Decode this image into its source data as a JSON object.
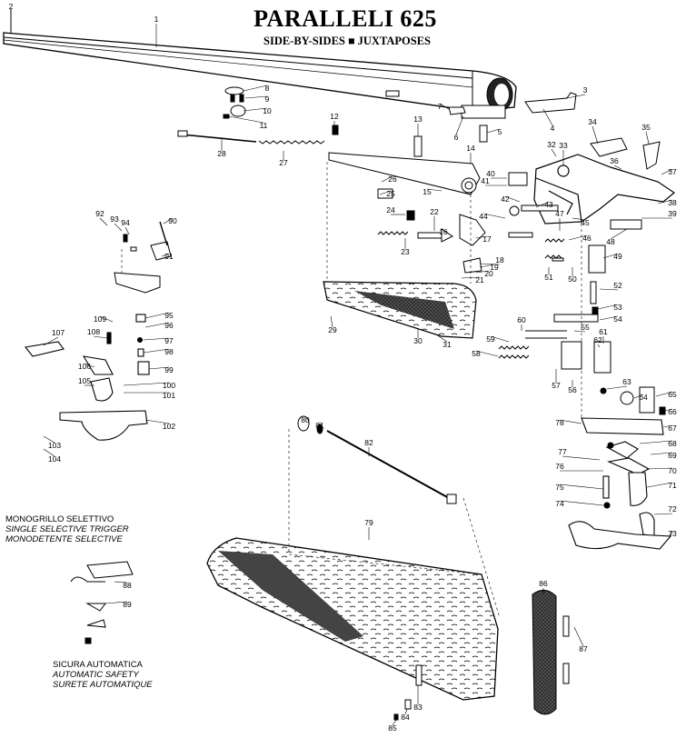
{
  "header": {
    "title": "PARALLELI 625",
    "subtitle": "SIDE-BY-SIDES ■ JUXTAPOSES"
  },
  "captions": {
    "trigger": [
      "MONOGRILLO SELETTIVO",
      "SINGLE SELECTIVE TRIGGER",
      "MONODETENTE SELECTIVE"
    ],
    "safety": [
      "SICURA AUTOMATICA",
      "AUTOMATIC SAFETY",
      "SURETE AUTOMATIQUE"
    ]
  },
  "callouts": [
    "1",
    "2",
    "3",
    "4",
    "5",
    "6",
    "7",
    "8",
    "9",
    "10",
    "11",
    "12",
    "13",
    "14",
    "15",
    "16",
    "17",
    "18",
    "19",
    "20",
    "21",
    "22",
    "23",
    "24",
    "25",
    "26",
    "27",
    "28",
    "29",
    "30",
    "31",
    "32",
    "33",
    "34",
    "35",
    "36",
    "37",
    "38",
    "39",
    "40",
    "41",
    "42",
    "43",
    "44",
    "45",
    "46",
    "47",
    "48",
    "49",
    "50",
    "51",
    "52",
    "53",
    "54",
    "55",
    "56",
    "57",
    "58",
    "59",
    "60",
    "61",
    "62",
    "63",
    "64",
    "65",
    "66",
    "67",
    "68",
    "69",
    "70",
    "71",
    "72",
    "73",
    "74",
    "75",
    "76",
    "77",
    "78",
    "79",
    "80",
    "81",
    "82",
    "83",
    "84",
    "85",
    "86",
    "87",
    "88",
    "89",
    "90",
    "91",
    "92",
    "93",
    "94",
    "95",
    "96",
    "97",
    "98",
    "99",
    "100",
    "101",
    "102",
    "103",
    "104",
    "105",
    "106",
    "107",
    "108",
    "109"
  ]
}
